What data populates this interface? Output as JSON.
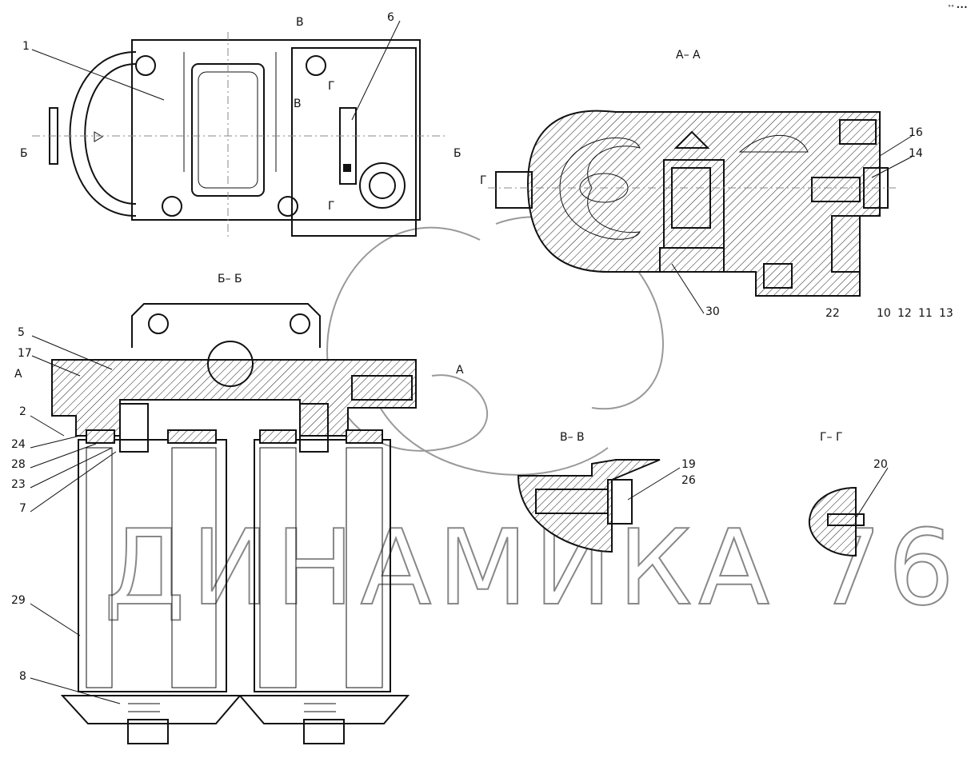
{
  "watermark": "ДИНАМИКА 76",
  "corner_mark": "°° •••",
  "sections": {
    "aa": "А– А",
    "bb": "Б– Б",
    "vv": "В– В",
    "gg": "Г– Г"
  },
  "cut_marks": {
    "v": "В",
    "g": "Г",
    "b": "Б",
    "a": "А"
  },
  "callouts": {
    "c1": "1",
    "c2": "2",
    "c5": "5",
    "c6": "6",
    "c7": "7",
    "c8": "8",
    "c10": "10",
    "c11": "11",
    "c12": "12",
    "c13": "13",
    "c14": "14",
    "c16": "16",
    "c17": "17",
    "c19": "19",
    "c20": "20",
    "c22": "22",
    "c23": "23",
    "c24": "24",
    "c26": "26",
    "c28": "28",
    "c29": "29",
    "c30": "30"
  }
}
